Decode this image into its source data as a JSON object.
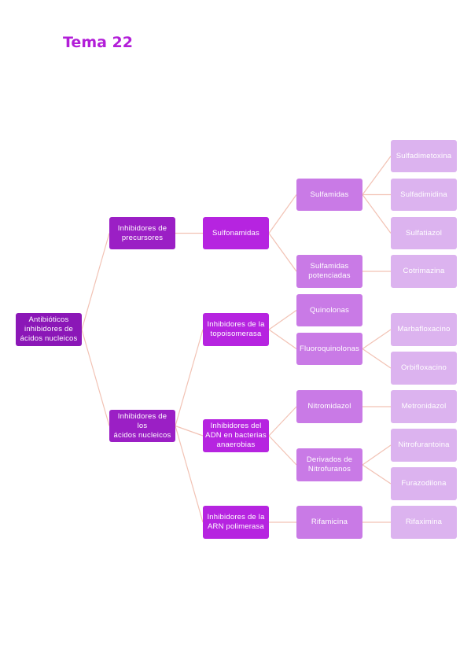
{
  "title": "Tema 22",
  "diagram": {
    "root": "Antibióticos\ninhibidores de\nácidos nucleicos",
    "precursores": "Inhibidores de\nprecursores",
    "sulfonamidas": "Sulfonamidas",
    "sulfamidas": "Sulfamidas",
    "sulfadimetoxina": "Sulfadimetoxina",
    "sulfadimidina": "Sulfadimidina",
    "sulfatiazol": "Sulfatiazol",
    "sulfamidas_potenciadas": "Sulfamidas\npotenciadas",
    "cotrimazina": "Cotrimazina",
    "acidos_nucleicos": "Inhibidores de los\nácidos nucleicos",
    "topoisomerasa": "Inhibidores de la\ntopoisomerasa",
    "quinolonas": "Quinolonas",
    "fluoroquinolonas": "Fluoroquinolonas",
    "marbafloxacino": "Marbafloxacino",
    "orbifloxacino": "Orbifloxacino",
    "adn_anaerobias": "Inhibidores del\nADN en bacterias\nanaerobias",
    "nitromidazol": "Nitromidazol",
    "metronidazol": "Metronidazol",
    "nitrofuranos": "Derivados de\nNitrofuranos",
    "nitrofurantoina": "Nitrofurantoina",
    "furazodilona": "Furazodilona",
    "arn_polimerasa": "Inhibidores de la\nARN polimerasa",
    "rifamicina": "Rifamicina",
    "rifaximina": "Rifaximina"
  },
  "colors": {
    "title": "#b21ed8",
    "link": "#f2c2b4",
    "level1": "#8b17b7",
    "level2": "#9b1fc5",
    "level3": "#b624e0",
    "level4": "#c97ae6",
    "level5": "#dcb3ef"
  }
}
